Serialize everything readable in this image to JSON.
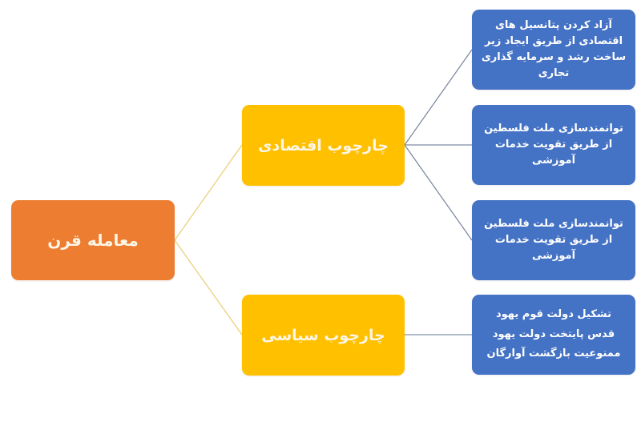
{
  "diagram": {
    "type": "tree-mindmap",
    "direction": "left-to-right",
    "colors": {
      "root": "#ed7d31",
      "branch": "#ffc000",
      "leaf": "#4472c4",
      "root_connector": "#e8d27a",
      "branch_connector": "#7f8aa3",
      "text": "#ffffff"
    },
    "root": {
      "label": "معامله قرن"
    },
    "branches": [
      {
        "label": "چارچوب اقتصادی",
        "leaves": [
          {
            "label": "آزاد کردن پتانسیل های اقتصادی از طریق ایجاد زیر ساخت رشد و سرمایه گذاری تجاری"
          },
          {
            "label": "توانمندسازی ملت فلسطین از طریق تقویت خدمات آموزشی"
          },
          {
            "label": "توانمندسازی ملت فلسطین از طریق تقویت خدمات آموزشی"
          }
        ]
      },
      {
        "label": "چارچوب سیاسی",
        "leaves": [
          {
            "lines": [
              "تشکیل دولت قوم یهود",
              "قدس پایتخت دولت یهود",
              "ممنوعیت بازگشت آوارگان"
            ]
          }
        ]
      }
    ]
  }
}
